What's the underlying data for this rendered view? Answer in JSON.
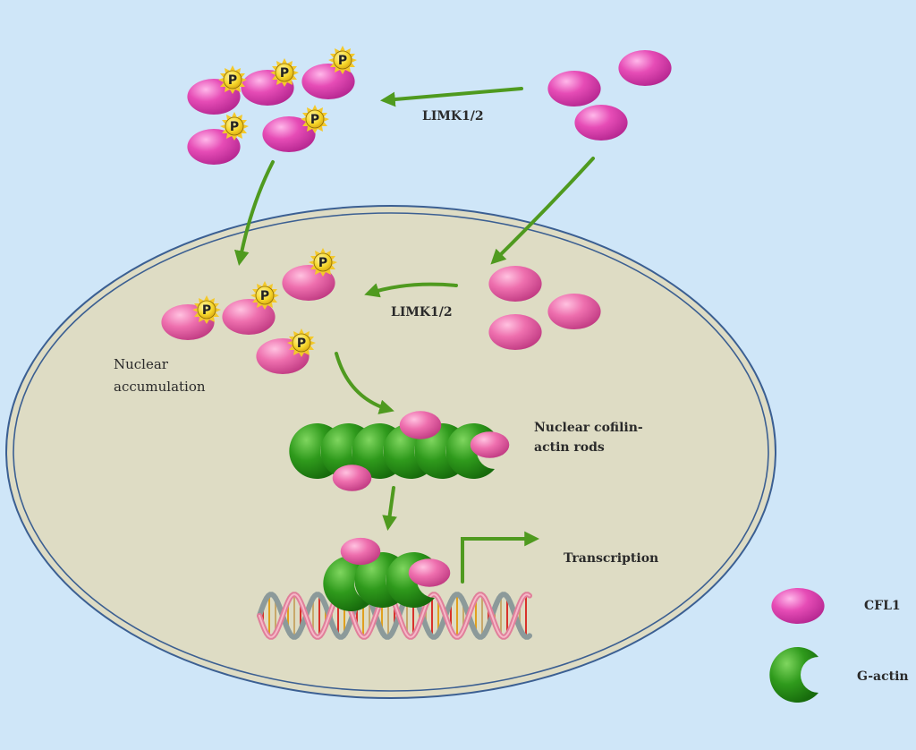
{
  "labels": {
    "limk_top": "LIMK1/2",
    "limk_nucleus": "LIMK1/2",
    "nuclear_line1": "Nuclear",
    "nuclear_line2": "accumulation",
    "rods_line1": "Nuclear cofilin-",
    "rods_line2": "actin rods",
    "transcription": "Transcription",
    "phospho": "P"
  },
  "legend": [
    {
      "symbol": "cfl1",
      "label": "CFL1"
    },
    {
      "symbol": "g-actin",
      "label": "G-actin"
    }
  ],
  "colors": {
    "background": "#cfe6f8",
    "nucleus_fill": "#dedcc4",
    "nucleus_border": "#3b5f92",
    "arrow": "#4f9a1f",
    "cfl1": "#e0559f",
    "cfl1_cyto": "#e046b0",
    "g_actin": "#2f8f1a",
    "phospho": "#f4d42a"
  }
}
